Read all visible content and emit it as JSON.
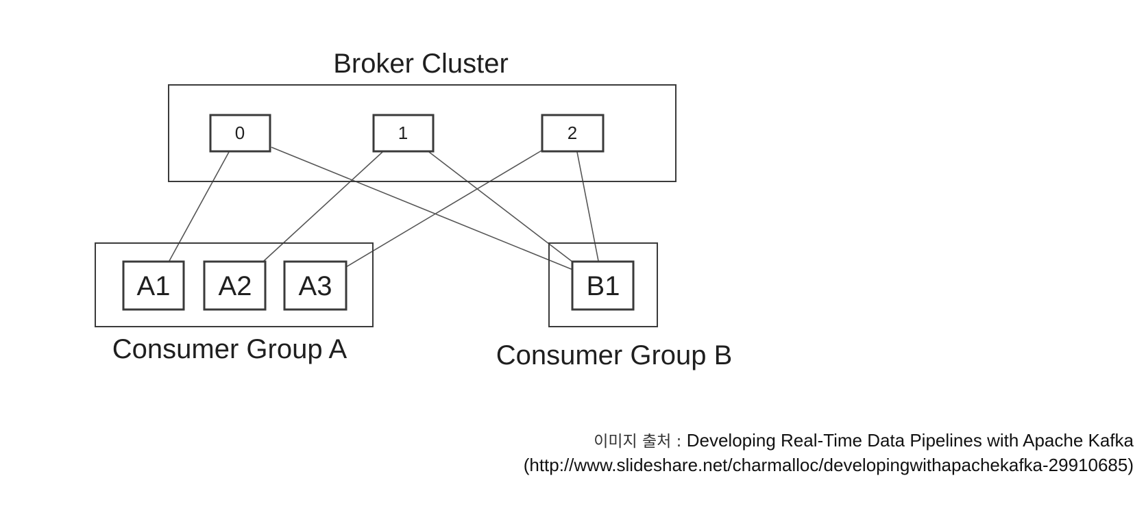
{
  "diagram": {
    "broker_cluster_title": "Broker Cluster",
    "brokers": [
      "0",
      "1",
      "2"
    ],
    "consumer_group_a_title": "Consumer Group A",
    "consumer_group_b_title": "Consumer Group B",
    "consumers_a": [
      "A1",
      "A2",
      "A3"
    ],
    "consumers_b": [
      "B1"
    ],
    "connections": [
      {
        "from": "0",
        "to": "A1"
      },
      {
        "from": "0",
        "to": "B1"
      },
      {
        "from": "1",
        "to": "A2"
      },
      {
        "from": "1",
        "to": "B1"
      },
      {
        "from": "2",
        "to": "A3"
      },
      {
        "from": "2",
        "to": "B1"
      }
    ]
  },
  "credit": {
    "prefix": "이미지 출처 : ",
    "title": "Developing Real-Time Data Pipelines with Apache Kafka",
    "url": "(http://www.slideshare.net/charmalloc/developingwithapachekafka-29910685)"
  }
}
